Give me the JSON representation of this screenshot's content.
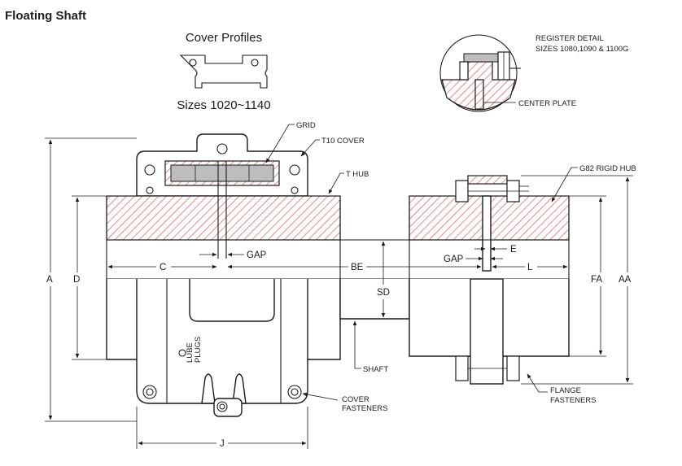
{
  "title": "Floating Shaft",
  "cover_profiles": {
    "heading": "Cover Profiles",
    "sizes": "Sizes 1020~1140"
  },
  "register_detail": {
    "line1": "REGISTER DETAIL",
    "line2": "SIZES 1080,1090 & 1100G",
    "center_plate": "CENTER PLATE"
  },
  "callouts": {
    "grid": "GRID",
    "t10_cover": "T10 COVER",
    "t_hub": "T HUB",
    "g82_rigid_hub": "G82 RIGID HUB",
    "shaft": "SHAFT",
    "lube_plugs_1": "LUBE",
    "lube_plugs_2": "PLUGS",
    "cover_fasteners_1": "COVER",
    "cover_fasteners_2": "FASTENERS",
    "flange_fasteners_1": "FLANGE",
    "flange_fasteners_2": "FASTENERS"
  },
  "dimensions": {
    "A": "A",
    "D": "D",
    "C": "C",
    "GAP_left": "GAP",
    "BE": "BE",
    "SD": "SD",
    "GAP_right": "GAP",
    "E": "E",
    "L": "L",
    "FA": "FA",
    "AA": "AA",
    "J": "J"
  },
  "colors": {
    "hatch": "#d9534f",
    "line": "#1a1a1a"
  }
}
